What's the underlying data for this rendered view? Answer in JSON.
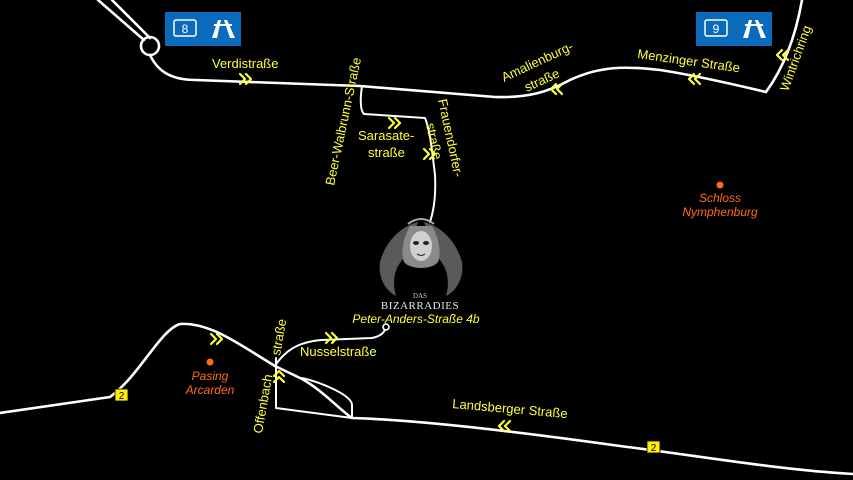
{
  "roads": {
    "verdi": "Verdistraße",
    "beer_walbrunn": "Beer-Walbrunn-Straße",
    "sarasate_1": "Sarasate-",
    "sarasate_2": "straße",
    "frauendorfer_1": "Frauendorfer-",
    "frauendorfer_2": "straße",
    "amalienburg_1": "Amalienburg-",
    "amalienburg_2": "straße",
    "menzinger": "Menzinger Straße",
    "wintrich": "Wintrichring",
    "nussel": "Nusselstraße",
    "offenbach": "Offenbach",
    "offenbach_2": "straße",
    "landsberger": "Landsberger Straße"
  },
  "motorways": [
    {
      "number": "8",
      "icon": "motorway-icon"
    },
    {
      "number": "9",
      "icon": "motorway-icon"
    }
  ],
  "federal_road_badge": "2",
  "pois": {
    "schloss_1": "Schloss",
    "schloss_2": "Nymphenburg",
    "pasing_1": "Pasing",
    "pasing_2": "Arcarden"
  },
  "venue": {
    "prefix": "DAS",
    "name": "BIZARRADIES",
    "address": "Peter-Anders-Straße 4b"
  },
  "colors": {
    "background": "#000000",
    "road": "#ffffff",
    "label": "#ffff3c",
    "poi": "#ff6a1a",
    "motorway_sign": "#0a6bbd",
    "badge": "#ffee00"
  }
}
